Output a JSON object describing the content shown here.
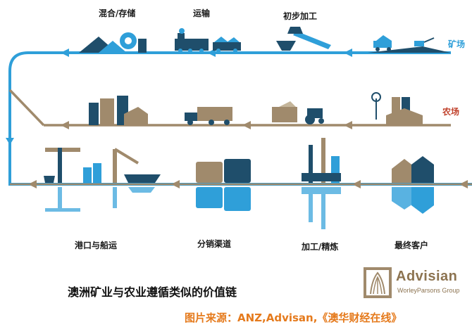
{
  "stages": {
    "mixing_storage": "混合/存储",
    "transport": "运输",
    "initial_processing": "初步加工",
    "ports_shipping": "港口与船运",
    "distribution_channels": "分销渠道",
    "processing_refining": "加工/精炼",
    "end_customers": "最终客户"
  },
  "rows": {
    "mine": "矿场",
    "farm": "农场"
  },
  "caption": "澳洲矿业与农业遵循类似的价值链",
  "source": "图片来源：ANZ,Advisan,《澳华财经在线》",
  "logo": {
    "name": "Advisian",
    "subtitle": "WorleyParsons Group"
  },
  "colors": {
    "mine_blue": "#2f9fd9",
    "farm_tan": "#a08a6c",
    "mine_dark": "#1f4e6b",
    "farm_dark": "#8c7350",
    "source_orange": "#e57a1c"
  }
}
